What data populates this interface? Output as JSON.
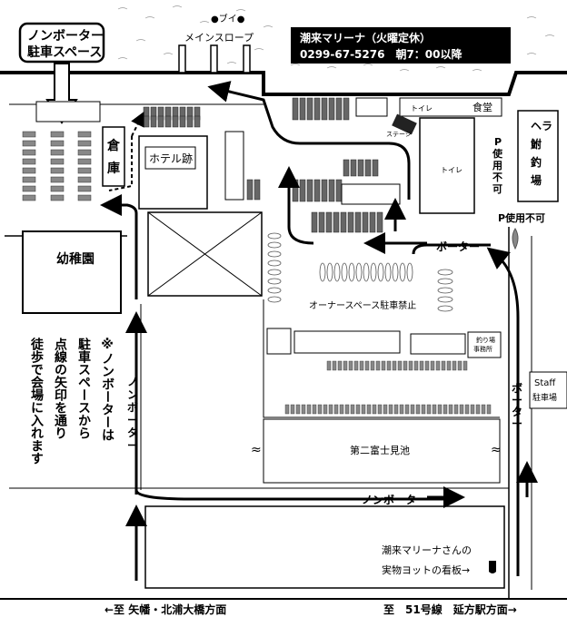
{
  "buoy_label": "●ブイ●",
  "main_slope_label": "メインスロープ",
  "header": {
    "marina_name": "潮来マリーナ（火曜定休）",
    "phone_hours": "0299-67-5276　朝7：00以降"
  },
  "non_boater_parking_label": [
    "ノンボーター",
    "駐車スペース"
  ],
  "toilet_small": "トイレ",
  "cafeteria": "食堂",
  "stage": "ステージ",
  "toilet_large": "トイレ",
  "heraburna_area": [
    "ヘラ",
    "鮒",
    "釣",
    "場"
  ],
  "p_not_available_vertical": [
    "P",
    "使",
    "用",
    "不",
    "可"
  ],
  "p_not_available": "P使用不可",
  "warehouse": [
    "倉",
    "庫"
  ],
  "hotel_ruins": "ホテル跡",
  "kindergarten": "幼稚園",
  "boater_label": "ボーター",
  "owner_space": "オーナースペース駐車禁止",
  "fishing_office": [
    "釣り場",
    "事務所"
  ],
  "staff_parking": [
    "Staff",
    "駐車場"
  ],
  "boater_vertical": [
    "ボ",
    "ー",
    "タ",
    "ー"
  ],
  "non_boater_vertical": [
    "ノ",
    "ン",
    "ボ",
    "ー",
    "タ",
    "ー"
  ],
  "note": {
    "col1": "※ノンボーターは",
    "col2": "駐車スペースから",
    "col3": "点線の矢印を通り",
    "col4": "徒歩で会場に入れます"
  },
  "second_fuji_pond": "第二富士見池",
  "non_boater_label": "ノンボーター",
  "signboard": [
    "潮来マリーナさんの",
    "実物ヨットの看板→"
  ],
  "bottom_left_direction": "←至 矢幡・北浦大橋方面",
  "bottom_right_direction": "至　51号線　延方駅方面→",
  "colors": {
    "ink": "#000000",
    "paper": "#ffffff",
    "shade": "#555555"
  }
}
